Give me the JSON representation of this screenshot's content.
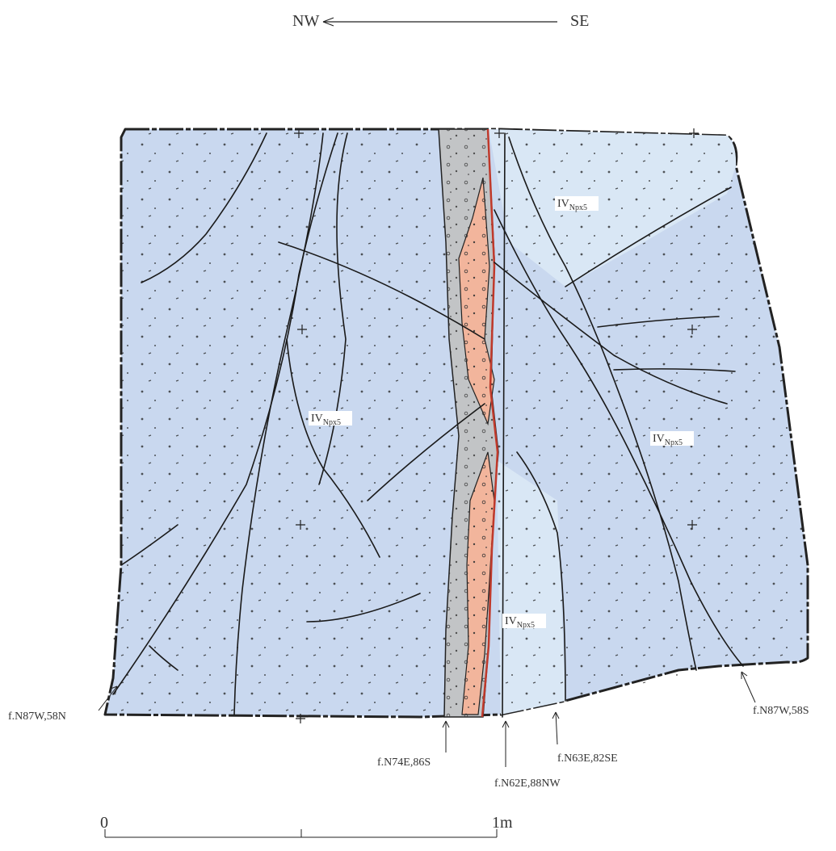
{
  "orientation": {
    "left": "NW",
    "right": "SE"
  },
  "units": [
    {
      "base": "IV",
      "sub": "Npx5",
      "suffix": ""
    },
    {
      "base": "IV",
      "sub": "Npx5",
      "suffix": ""
    },
    {
      "base": "IV",
      "sub": "Npx5",
      "suffix": ""
    },
    {
      "base": "IV",
      "sub": "Npx5",
      "suffix": ""
    }
  ],
  "faults": [
    {
      "label": "f.N87W,58N"
    },
    {
      "label": "f.N74E,86S"
    },
    {
      "label": "f.N62E,88NW"
    },
    {
      "label": "f.N63E,82SE"
    },
    {
      "label": "f.N87W,58S"
    }
  ],
  "scale": {
    "start": "0",
    "end": "1m"
  },
  "colors": {
    "host_rock": "#c9d8ef",
    "host_rock_light": "#d9e7f5",
    "fault_gouge": "#c2c4c6",
    "breccia_zone": "#f2b59c",
    "fault_line": "#1a1a1a",
    "red_margin": "#c0392b"
  }
}
